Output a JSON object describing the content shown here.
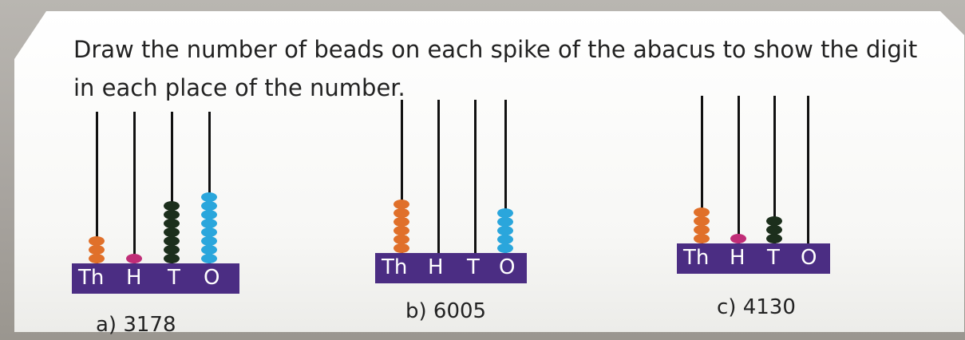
{
  "instruction": "Draw the number of beads on each spike of the abacus to show the digit in each place of the number.",
  "place_labels": [
    "Th",
    "H",
    "T",
    "O"
  ],
  "colors": {
    "thousands": "#e0702a",
    "hundreds": "#c02d77",
    "tens": "#1c2f1c",
    "ones": "#2aa6dc",
    "base": "#4b2d83"
  },
  "abaci": [
    {
      "caption": "a) 3178",
      "beads": [
        3,
        1,
        7,
        8
      ]
    },
    {
      "caption": "b) 6005",
      "beads": [
        6,
        0,
        0,
        5
      ]
    },
    {
      "caption": "c) 4130",
      "beads": [
        4,
        1,
        3,
        0
      ]
    }
  ]
}
